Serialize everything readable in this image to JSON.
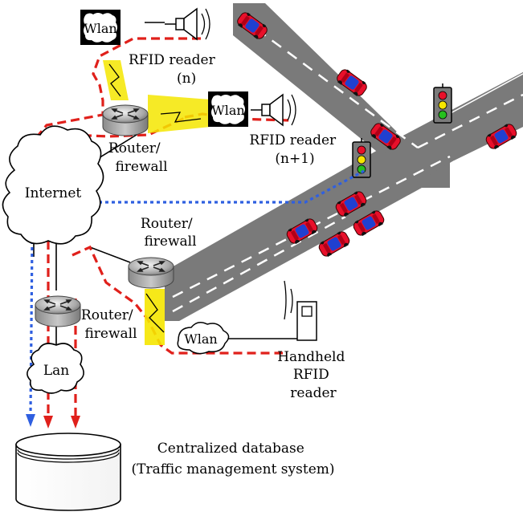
{
  "labels": {
    "wlan_top": "Wlan",
    "wlan_middle": "Wlan",
    "wlan_bottom": "Wlan",
    "rfid_reader_n": [
      "RFID reader",
      "(n)"
    ],
    "rfid_reader_n1": [
      "RFID reader",
      "(n+1)"
    ],
    "router_top": [
      "Router/",
      "firewall"
    ],
    "router_middle": [
      "Router/",
      "firewall"
    ],
    "router_left": [
      "Router/",
      "firewall"
    ],
    "internet": "Internet",
    "lan": "Lan",
    "handheld_reader": [
      "Handheld",
      "RFID",
      "reader"
    ],
    "database": [
      "Centralized database",
      "(Traffic management system)"
    ]
  },
  "colors": {
    "road": "#7a7a7a",
    "wired_link": "#000000",
    "wireless_path": "#e0201b",
    "internet_link": "#2f5fe0",
    "car_body": "#e8102a",
    "car_roof": "#2040d0",
    "signal": "#f5e600"
  },
  "icons": {
    "router": "router-icon",
    "antenna": "rfid-antenna-icon",
    "traffic_light": "traffic-light-icon",
    "car": "car-icon",
    "cloud": "cloud-icon",
    "database": "database-cylinder-icon"
  }
}
